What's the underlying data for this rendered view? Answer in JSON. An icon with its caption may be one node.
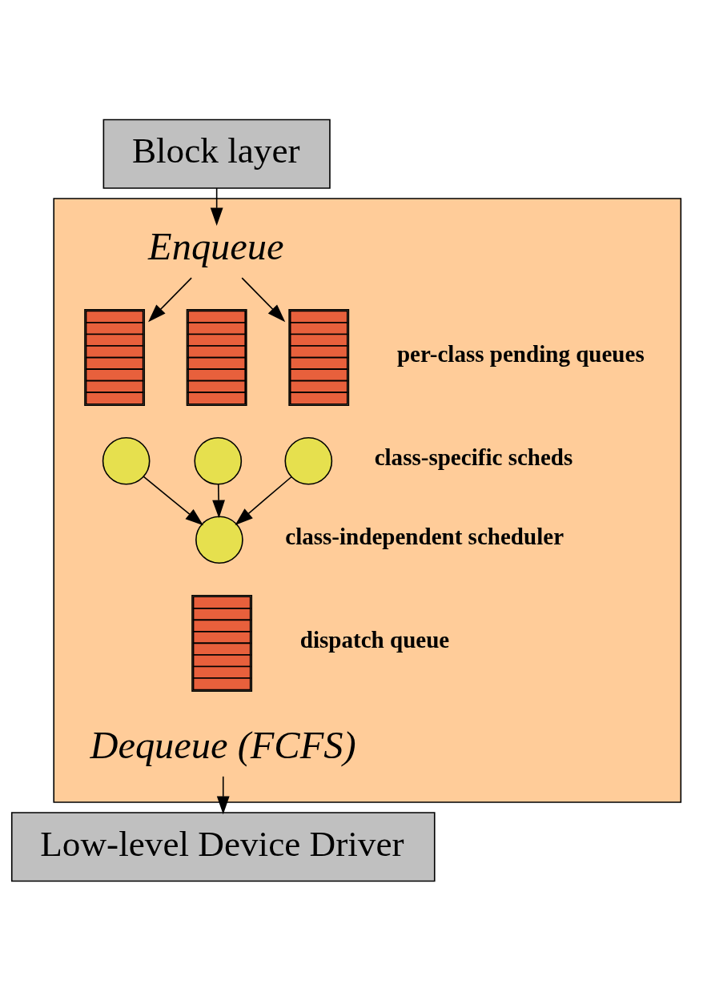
{
  "diagram": {
    "nodes": [
      {
        "text": [
          "Block layer"
        ]
      },
      {
        "text": [],
        "shape": "box"
      },
      {
        "text": [
          "Enqueue"
        ],
        "in": 1
      },
      {
        "text": [],
        "shape": "bar",
        "in": 1
      },
      {
        "text": [],
        "shape": "bar",
        "in": 1
      },
      {
        "text": [],
        "shape": "bar",
        "in": 1
      },
      {
        "text": [],
        "shape": "circle",
        "in": 1
      },
      {
        "text": [],
        "shape": "circle",
        "in": 1
      },
      {
        "text": [],
        "shape": "circle",
        "in": 1
      },
      {
        "text": [],
        "shape": "circle",
        "in": 1,
        "beside": [
          "class-independent scheduler"
        ]
      },
      {
        "text": [],
        "shape": "bar",
        "in": 1,
        "beside": [
          "dispatch queue"
        ]
      },
      {
        "text": [
          "Dequeue (FCFS)"
        ],
        "in": 1
      },
      {
        "text": [
          "Low-level Device Driver"
        ]
      }
    ],
    "edges": [
      {
        "from": 0,
        "to": 2,
        "arrow": "to"
      },
      {
        "from": 2,
        "to": 3,
        "arrow": "to"
      },
      {
        "from": 2,
        "to": 5,
        "arrow": "to"
      },
      {
        "from": 6,
        "to": 9,
        "arrow": "to"
      },
      {
        "from": 7,
        "to": 9,
        "arrow": "to"
      },
      {
        "from": 8,
        "to": 9,
        "arrow": "to"
      },
      {
        "from": 11,
        "to": 12,
        "arrow": "to"
      }
    ],
    "labels": [
      "per-class pending queues",
      "class-specific scheds"
    ]
  }
}
